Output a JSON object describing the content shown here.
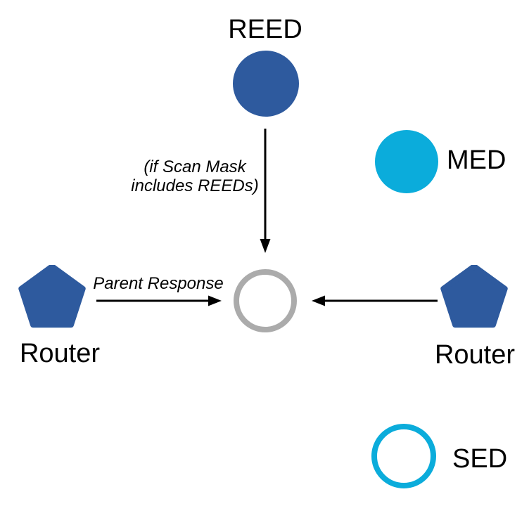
{
  "colors": {
    "node_blue": "#2E5A9E",
    "node_cyan": "#0BACDB",
    "outline_gray": "#ABABAB",
    "arrow_black": "#000000",
    "text_black": "#000000",
    "background": "#FFFFFF"
  },
  "labels": {
    "reed": "REED",
    "med": "MED",
    "sed": "SED",
    "router_left": "Router",
    "router_right": "Router"
  },
  "annotations": {
    "scan_mask_line1": "(if Scan Mask",
    "scan_mask_line2": "includes REEDs)",
    "parent_response": "Parent Response"
  },
  "node_types": {
    "reed": "filled-circle",
    "med": "filled-circle",
    "sed": "outlined-circle",
    "parent": "gray-outlined-circle",
    "router": "pentagon"
  }
}
